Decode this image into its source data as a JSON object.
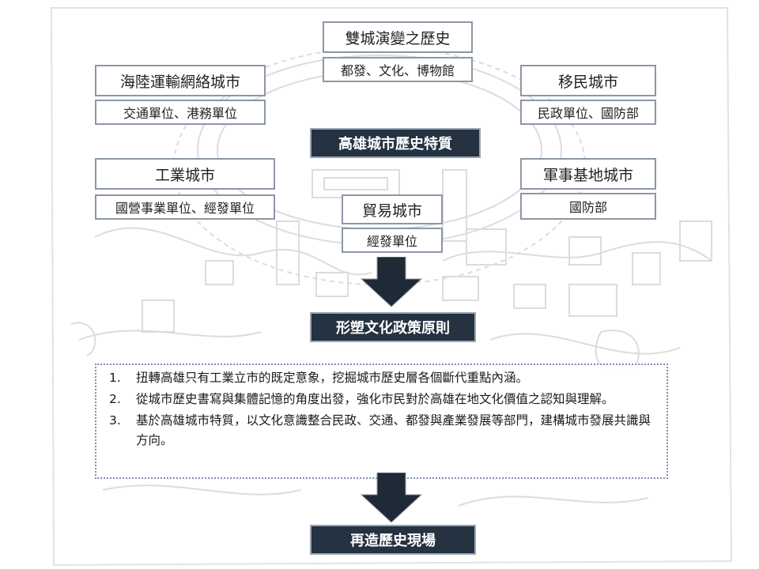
{
  "top_center": {
    "title": "雙城演變之歷史",
    "sub": "都發、文化、博物館"
  },
  "top_left": {
    "title": "海陸運輸網絡城市",
    "sub": "交通單位、港務單位"
  },
  "top_right": {
    "title": "移民城市",
    "sub": "民政單位、國防部"
  },
  "core": {
    "label": "高雄城市歷史特質"
  },
  "mid_left": {
    "title": "工業城市",
    "sub": "國營事業單位、經發單位"
  },
  "mid_right": {
    "title": "軍事基地城市",
    "sub": "國防部"
  },
  "mid_center": {
    "title": "貿易城市",
    "sub": "經發單位"
  },
  "principle_heading": {
    "label": "形塑文化政策原則"
  },
  "principles": [
    {
      "num": "1.",
      "text": "扭轉高雄只有工業立市的既定意象，挖掘城市歷史層各個斷代重點內涵。"
    },
    {
      "num": "2.",
      "text": "從城市歷史書寫與集體記憶的角度出發，強化市民對於高雄在地文化價值之認知與理解。"
    },
    {
      "num": "3.",
      "text": "基於高雄城市特質，以文化意識整合民政、交通、都發與產業發展等部門，建構城市發展共識與方向。"
    }
  ],
  "final": {
    "label": "再造歷史現場"
  },
  "colors": {
    "dark_box": "#253242",
    "box_border": "#8c97a6",
    "arrow": "#1f2a36"
  }
}
